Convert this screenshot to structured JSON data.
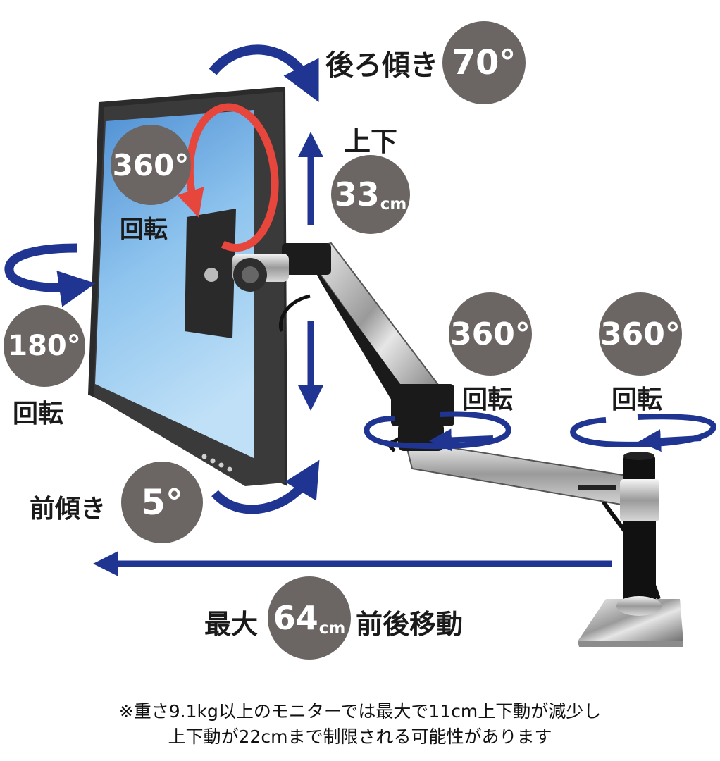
{
  "tilt_back": {
    "label": "後ろ傾き",
    "value": "70°"
  },
  "height": {
    "label": "上下",
    "value": "33",
    "unit": "cm"
  },
  "screen_rotate": {
    "value": "360°",
    "label": "回転"
  },
  "pan_left": {
    "value": "180°",
    "label": "回転"
  },
  "elbow_rotate": {
    "value": "360°",
    "label": "回転"
  },
  "base_rotate": {
    "value": "360°",
    "label": "回転"
  },
  "tilt_forward": {
    "label": "前傾き",
    "value": "5°"
  },
  "extension": {
    "prefix": "最大",
    "value": "64",
    "unit": "cm",
    "suffix": "前後移動"
  },
  "footnote": {
    "line1": "※重さ9.1kg以上のモニターでは最大で11cm上下動が減少し",
    "line2": "上下動が22cmまで制限される可能性があります"
  },
  "colors": {
    "arrow_blue": "#1f3591",
    "circle_gray": "#6b6664",
    "rotate_red": "#e6463c",
    "screen_blue": "#7db7e6",
    "monitor_frame": "#2b2b2b"
  },
  "icons": [
    "curved-arrow-icon",
    "double-arrow-icon",
    "rotation-ring-icon"
  ]
}
